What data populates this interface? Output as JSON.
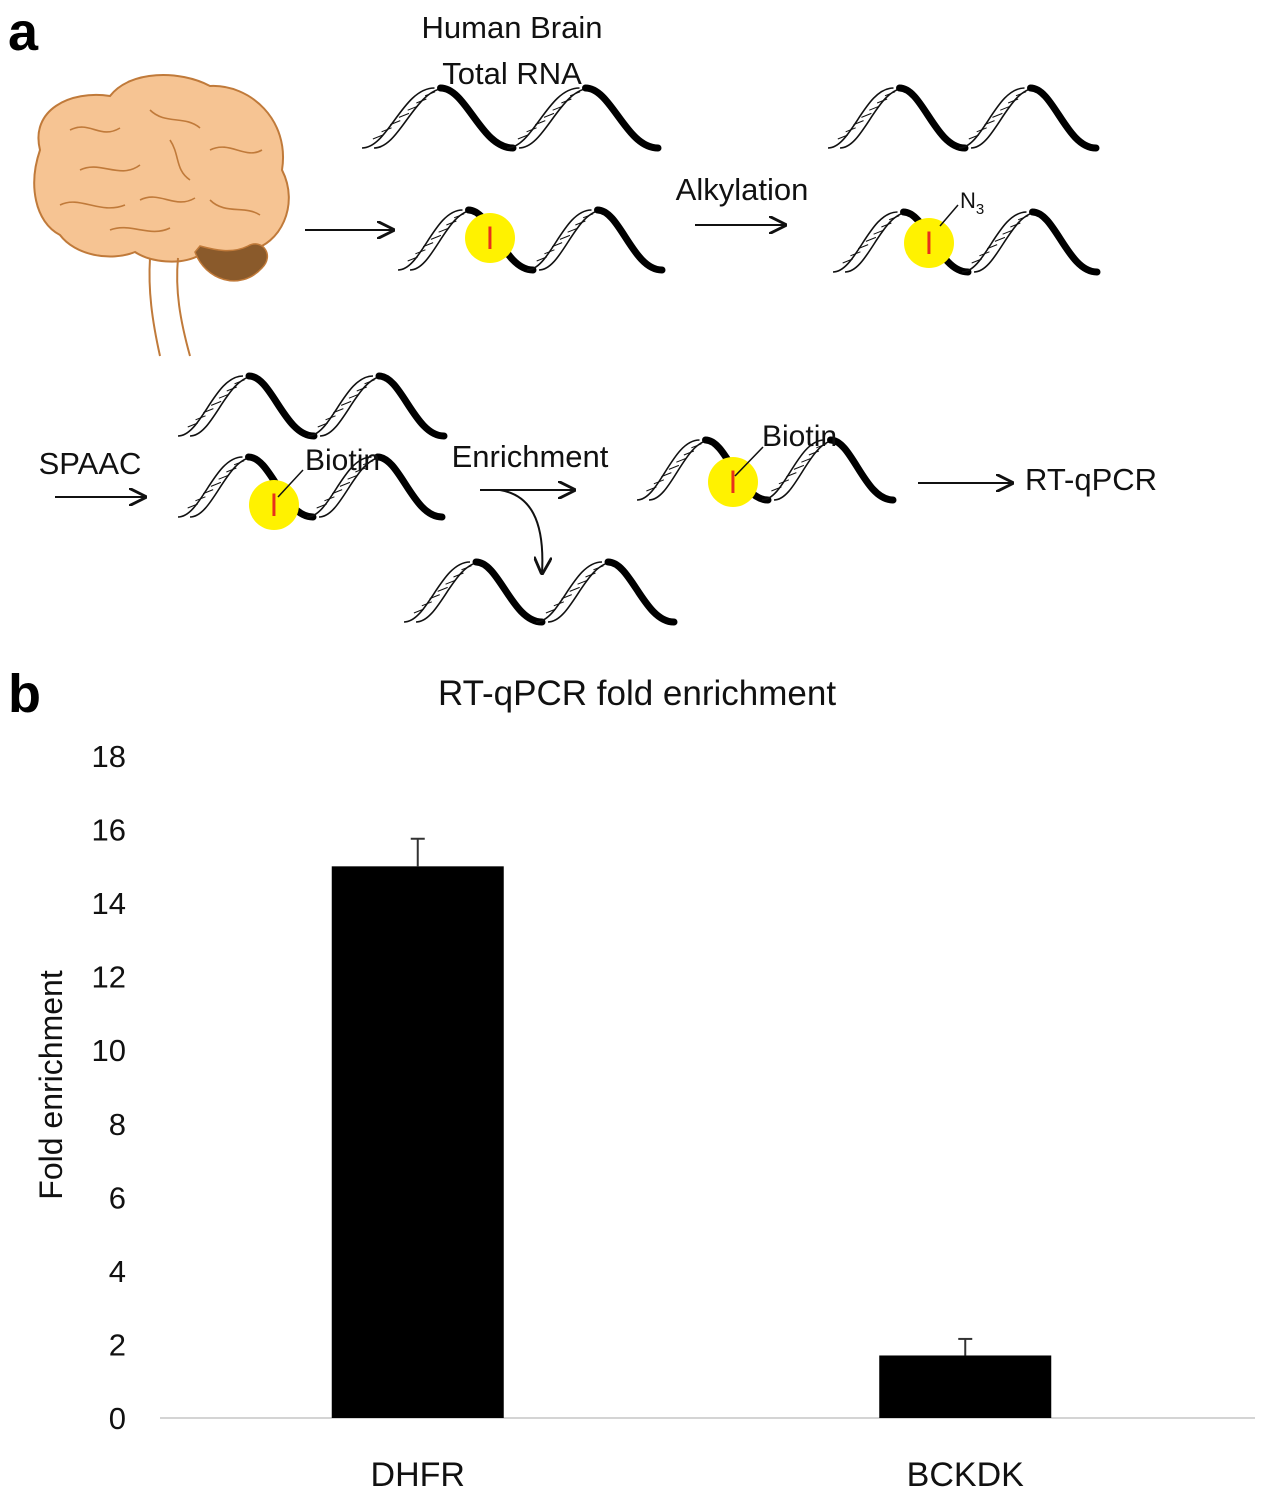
{
  "panel_a": {
    "letter": "a",
    "source_label": [
      "Human Brain",
      "Total RNA"
    ],
    "step_alkylation": "Alkylation",
    "azide_label": "N",
    "azide_subscript": "3",
    "step_spaac": "SPAAC",
    "biotin_label": "Biotin",
    "step_enrichment": "Enrichment",
    "biotin_label_2": "Biotin",
    "final_step": "RT-qPCR",
    "inosine_mark": "I"
  },
  "panel_b": {
    "letter": "b"
  },
  "colors": {
    "brain_fill": "#F6C493",
    "brain_outline": "#C07A3A",
    "cerebellum": "#8A5A2B",
    "inosine_circle": "#FFF200",
    "inosine_letter": "#E8301C",
    "bar": "#000000"
  },
  "chart_data": {
    "type": "bar",
    "title": "RT-qPCR fold enrichment",
    "xlabel": "",
    "ylabel": "Fold enrichment",
    "categories": [
      "DHFR",
      "BCKDK"
    ],
    "values": [
      15.0,
      1.7
    ],
    "errors": [
      0.75,
      0.45
    ],
    "ylim": [
      0,
      18
    ],
    "yticks": [
      0,
      2,
      4,
      6,
      8,
      10,
      12,
      14,
      16,
      18
    ],
    "grid": false,
    "legend": "none"
  }
}
